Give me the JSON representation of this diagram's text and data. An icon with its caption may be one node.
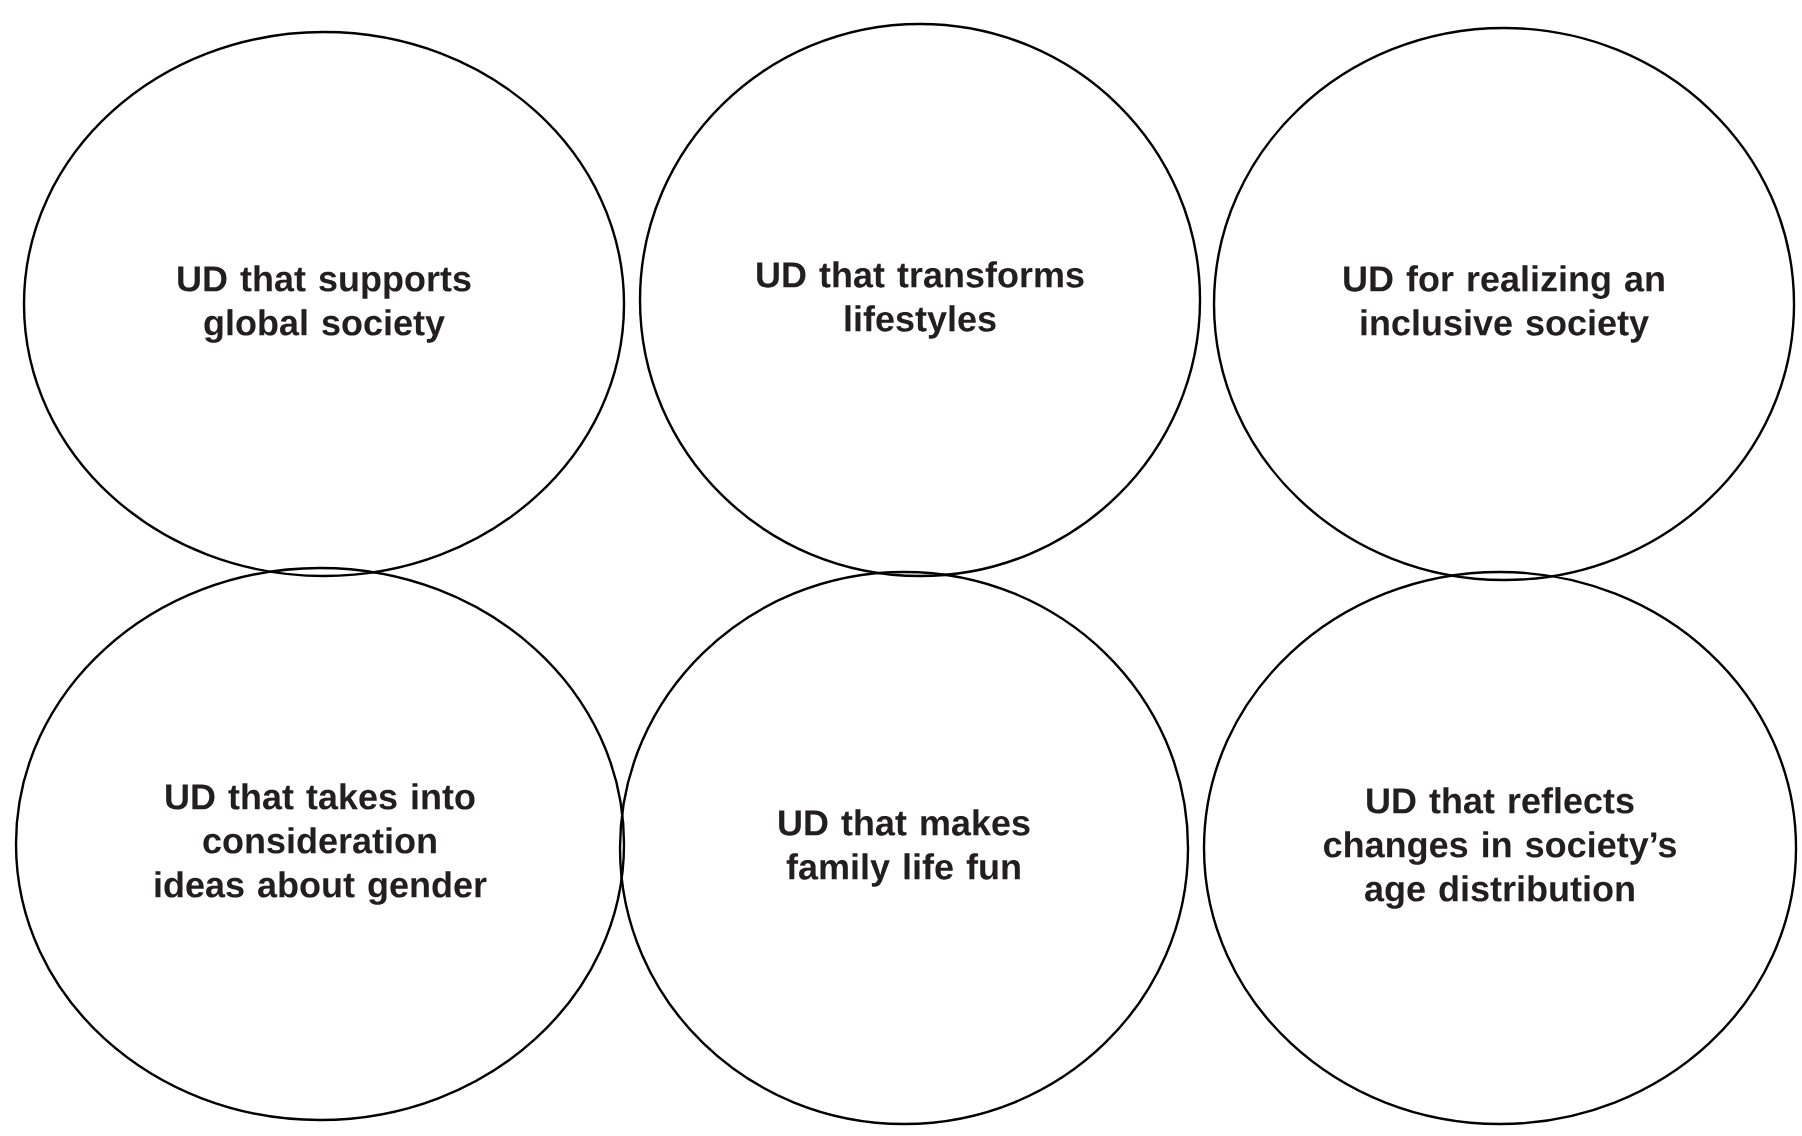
{
  "diagram": {
    "nodes": [
      {
        "text": [
          "UD that supports global society"
        ]
      },
      {
        "text": [
          "UD that transforms lifestyles"
        ]
      },
      {
        "text": [
          "UD for realizing an inclusive society"
        ]
      },
      {
        "text": [
          "UD that takes into consideration ideas about gender"
        ]
      },
      {
        "text": [
          "UD that makes family life fun"
        ]
      },
      {
        "text": [
          "UD that reflects changes in society’s age distribution"
        ]
      }
    ]
  }
}
